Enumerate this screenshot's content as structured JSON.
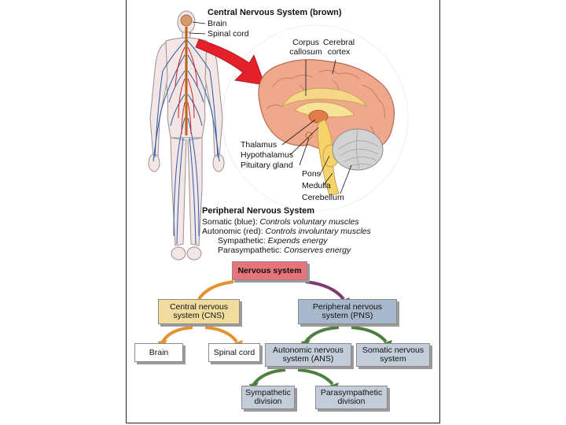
{
  "cns_title": "Central Nervous System (brown)",
  "cns_parts": [
    "Brain",
    "Spinal cord"
  ],
  "brain_labels": {
    "corpus_callosum": [
      "Corpus",
      "callosum"
    ],
    "cerebral_cortex": [
      "Cerebral",
      "cortex"
    ],
    "thalamus": "Thalamus",
    "hypothalamus": "Hypothalamus",
    "pituitary": "Pituitary gland",
    "pons": "Pons",
    "medulla": "Medulla",
    "cerebellum": "Cerebellum"
  },
  "pns": {
    "title": "Peripheral Nervous System",
    "somatic_label": "Somatic (blue):",
    "somatic_desc": "Controls voluntary muscles",
    "autonomic_label": "Autonomic (red):",
    "autonomic_desc": "Controls involuntary muscles",
    "sympathetic_label": "Sympathetic:",
    "sympathetic_desc": "Expends energy",
    "parasympathetic_label": "Parasympathetic:",
    "parasympathetic_desc": "Conserves energy"
  },
  "tree": {
    "root": "Nervous system",
    "cns": [
      "Central nervous",
      "system (CNS)"
    ],
    "pns": [
      "Peripheral nervous",
      "system (PNS)"
    ],
    "brain": "Brain",
    "spinal": "Spinal cord",
    "ans": [
      "Autonomic nervous",
      "system (ANS)"
    ],
    "somatic": [
      "Somatic nervous",
      "system"
    ],
    "sympathetic": [
      "Sympathetic",
      "division"
    ],
    "parasympathetic": [
      "Parasympathetic",
      "division"
    ]
  },
  "colors": {
    "root_fill": "#e8737a",
    "cns_fill": "#f1dca0",
    "pns_fill": "#a8b8cc",
    "sub_fill": "#c3cdd9",
    "leaf_fill": "#ffffff",
    "arrow_orange": "#e2932f",
    "arrow_purple": "#7a3c6e",
    "arrow_green": "#4f7f3f",
    "big_arrow": "#e4202a"
  }
}
